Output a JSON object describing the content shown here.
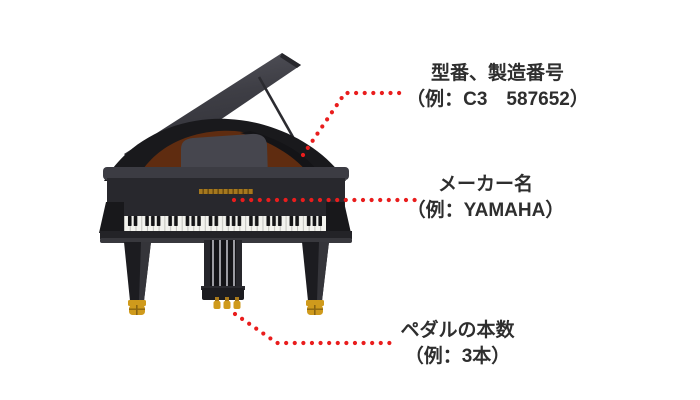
{
  "title": "piano-identification-diagram",
  "colors": {
    "bg": "#ffffff",
    "accent": "#e91d1d",
    "text": "#2e2e2e",
    "piano_black": "#1b1b1e",
    "piano_gray": "#3e3e45",
    "gold": "#cf9a1c",
    "interior_brown": "#5f2c10"
  },
  "annotations": {
    "model": {
      "line1": "型番、製造番号",
      "line2": "（例：C3　587652）"
    },
    "maker": {
      "line1": "メーカー名",
      "line2": "（例：YAMAHA）"
    },
    "pedals": {
      "line1": "ペダルの本数",
      "line2": "（例：3本）"
    }
  },
  "illustration": {
    "subject": "grand-piano",
    "pedal_count": 3
  }
}
